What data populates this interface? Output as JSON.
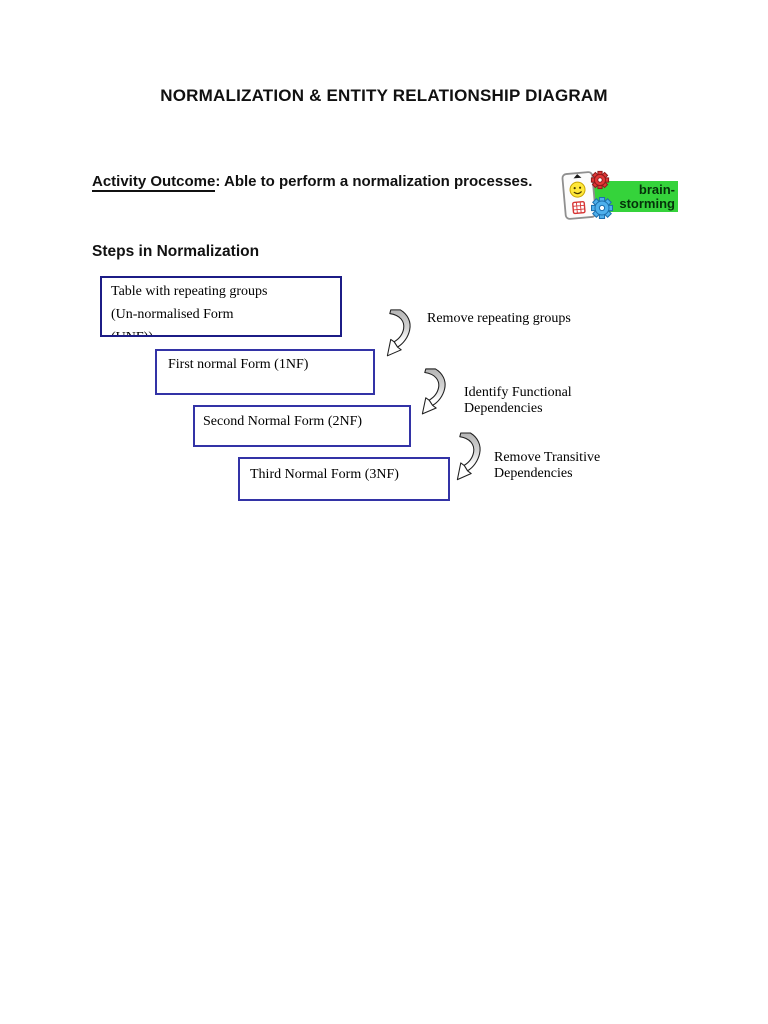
{
  "title": "NORMALIZATION & ENTITY RELATIONSHIP DIAGRAM",
  "activity": {
    "label": "Activity Outcome",
    "rest": ": Able to perform a normalization processes."
  },
  "clipart": {
    "caption_line1": "brain-",
    "caption_line2": "storming",
    "icons": [
      "notepad-card-icon",
      "smiley-icon",
      "gear-icon-red",
      "gear-icon-blue",
      "calculator-grid-icon"
    ]
  },
  "section_heading": "Steps in Normalization",
  "flow": {
    "boxes": [
      {
        "line1": "Table with repeating groups",
        "line2": "(Un-normalised Form",
        "line3": "(UNF))"
      },
      {
        "line1": "First normal Form (1NF)",
        "line2": "",
        "line3": ""
      },
      {
        "line1": "Second Normal Form (2NF)",
        "line2": "",
        "line3": ""
      },
      {
        "line1": "Third Normal Form (3NF)",
        "line2": "",
        "line3": ""
      }
    ],
    "arrow_labels": [
      {
        "line1": "Remove repeating groups",
        "line2": ""
      },
      {
        "line1": "Identify Functional",
        "line2": "Dependencies"
      },
      {
        "line1": "Remove Transitive",
        "line2": "Dependencies"
      }
    ]
  },
  "colors": {
    "page_background": "#ffffff",
    "box_border_unf": "#1c1c86",
    "box_border": "#3333a6",
    "arrow_gray": "#c9c9c9",
    "banner_green": "#35d33b",
    "caption_text": "#05320a"
  }
}
